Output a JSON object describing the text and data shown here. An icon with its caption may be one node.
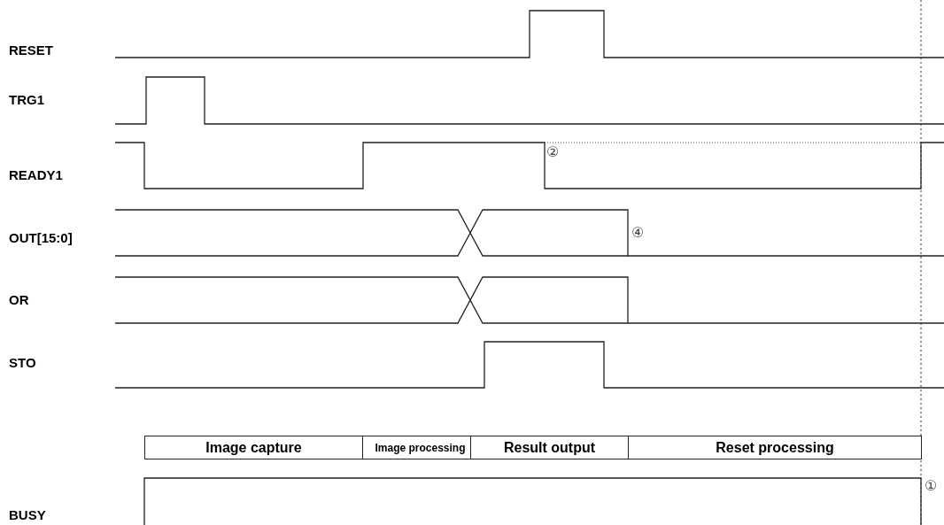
{
  "diagram": {
    "nodes": [
      {
        "text": [
          "Image capture"
        ]
      },
      {
        "text": [
          "Image processing"
        ]
      },
      {
        "text": [
          "Result output"
        ]
      },
      {
        "text": [
          "Reset processing"
        ]
      }
    ],
    "labels": [
      "RESET",
      "TRG1",
      "②",
      "READY1",
      "④",
      "OUT[15:0]",
      "OR",
      "STO",
      "①",
      "BUSY"
    ]
  }
}
